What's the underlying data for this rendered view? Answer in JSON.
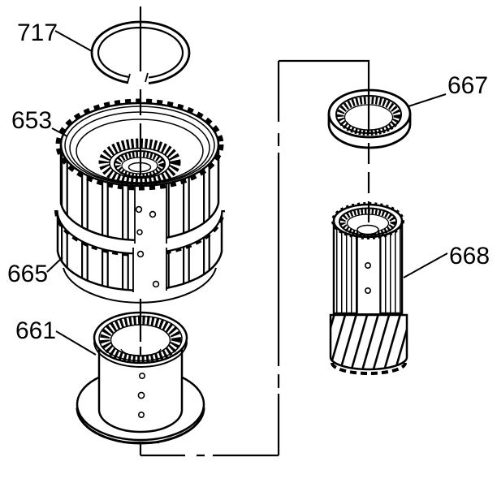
{
  "diagram": {
    "kind": "exploded-parts-view",
    "colors": {
      "background": "#ffffff",
      "line": "#000000"
    },
    "parts": [
      {
        "label": "717"
      },
      {
        "label": "653"
      },
      {
        "label": "665"
      },
      {
        "label": "661"
      },
      {
        "label": "667"
      },
      {
        "label": "668"
      }
    ]
  }
}
